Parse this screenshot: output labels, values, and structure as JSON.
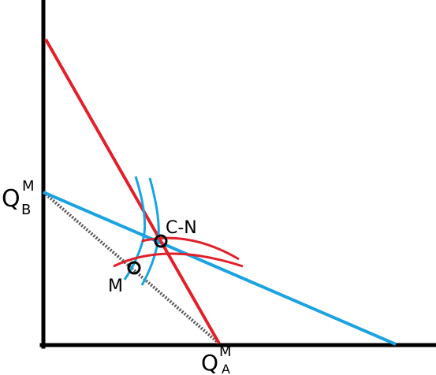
{
  "labels": {
    "y_axis_label": "Q",
    "y_axis_sub": "B",
    "y_axis_sup": "M",
    "x_axis_label": "Q",
    "x_axis_sub": "A",
    "x_axis_sup": "M",
    "cn_point_label": "C-N",
    "m_point_label": "M"
  },
  "colors": {
    "axis": "#000000",
    "red_line": "#e0202a",
    "blue_line": "#1aa3e0",
    "gray_line": "#555555"
  }
}
